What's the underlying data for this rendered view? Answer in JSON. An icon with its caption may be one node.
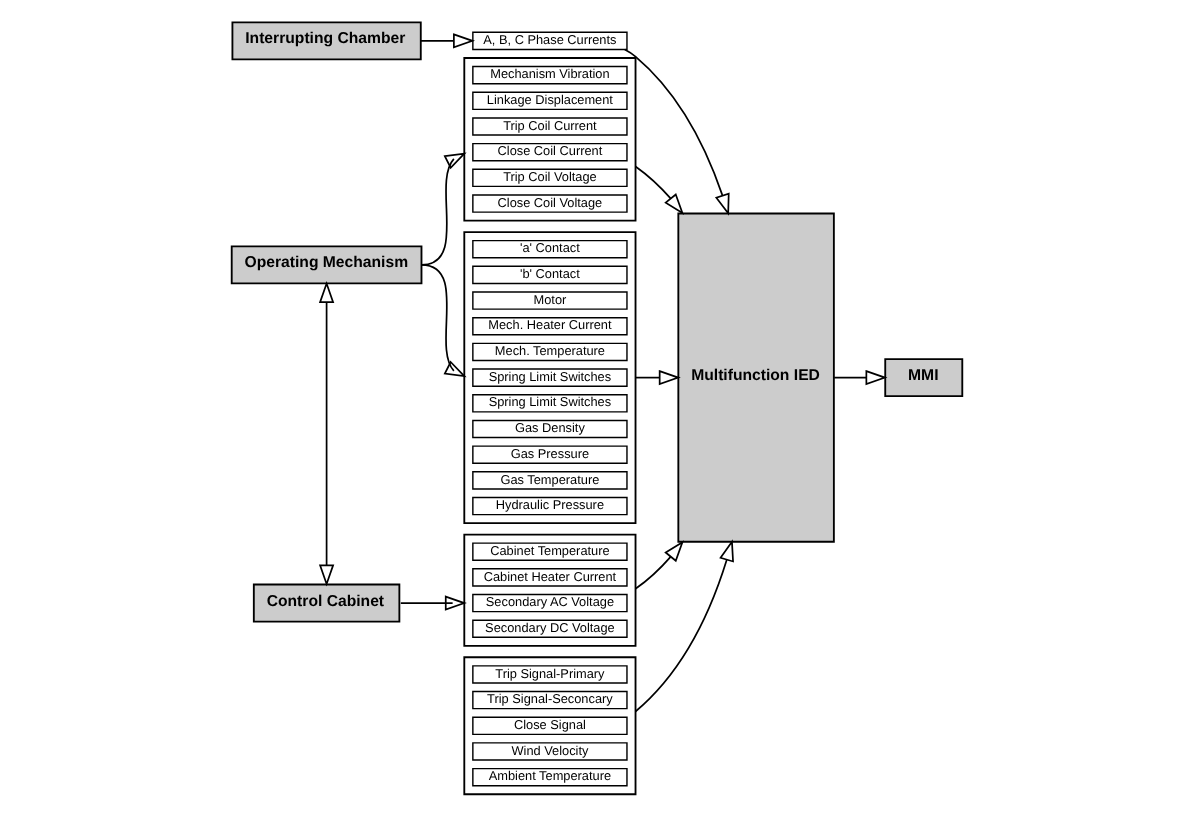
{
  "diagram": {
    "nodes": [
      {
        "text": [
          "Interrupting Chamber"
        ]
      },
      {
        "text": [
          "A, B, C Phase Currents"
        ]
      },
      {
        "text": [],
        "shape": "box"
      },
      {
        "text": [
          "Mechanism Vibration"
        ],
        "in": 2
      },
      {
        "text": [
          "Linkage Displacement"
        ],
        "in": 2
      },
      {
        "text": [
          "Trip Coil Current"
        ],
        "in": 2
      },
      {
        "text": [
          "Close Coil Current"
        ],
        "in": 2
      },
      {
        "text": [
          "Trip Coil Voltage"
        ],
        "in": 2
      },
      {
        "text": [
          "Close Coil Voltage"
        ],
        "in": 2
      },
      {
        "text": [
          "Operating Mechanism"
        ]
      },
      {
        "text": [],
        "shape": "box"
      },
      {
        "text": [
          "'a' Contact"
        ],
        "in": 10
      },
      {
        "text": [
          "'b' Contact"
        ],
        "in": 10
      },
      {
        "text": [
          "Motor"
        ],
        "in": 10
      },
      {
        "text": [
          "Mech. Heater Current"
        ],
        "in": 10
      },
      {
        "text": [
          "Mech. Temperature"
        ],
        "in": 10
      },
      {
        "text": [
          "Spring Limit Switches"
        ],
        "in": 10
      },
      {
        "text": [
          "Spring Limit Switches"
        ],
        "in": 10
      },
      {
        "text": [
          "Gas Density"
        ],
        "in": 10
      },
      {
        "text": [
          "Gas Pressure"
        ],
        "in": 10
      },
      {
        "text": [
          "Gas Temperature"
        ],
        "in": 10
      },
      {
        "text": [
          "Hydraulic Pressure"
        ],
        "in": 10
      },
      {
        "text": [
          "Control Cabinet"
        ]
      },
      {
        "text": [],
        "shape": "box"
      },
      {
        "text": [
          "Cabinet Temperature"
        ],
        "in": 23
      },
      {
        "text": [
          "Cabinet Heater Current"
        ],
        "in": 23
      },
      {
        "text": [
          "Secondary AC Voltage"
        ],
        "in": 23
      },
      {
        "text": [
          "Secondary DC Voltage"
        ],
        "in": 23
      },
      {
        "text": [],
        "shape": "box"
      },
      {
        "text": [
          "Trip Signal-Primary"
        ],
        "in": 28
      },
      {
        "text": [
          "Trip Signal-Seconcary"
        ],
        "in": 28
      },
      {
        "text": [
          "Close Signal"
        ],
        "in": 28
      },
      {
        "text": [
          "Wind Velocity"
        ],
        "in": 28
      },
      {
        "text": [
          "Ambient Temperature"
        ],
        "in": 28
      },
      {
        "text": [
          "Multifunction IED"
        ]
      },
      {
        "text": [
          "MMI"
        ]
      }
    ],
    "edges": [
      {
        "from": 0,
        "to": 1,
        "arrow": "to"
      },
      {
        "from": 1,
        "to": 34,
        "arrow": "to"
      },
      {
        "from": 9,
        "to": 2,
        "arrow": "to"
      },
      {
        "from": 9,
        "to": 10,
        "arrow": "to"
      },
      {
        "from": 9,
        "to": 22,
        "arrow": "both"
      },
      {
        "from": 22,
        "to": 23,
        "arrow": "to"
      },
      {
        "from": 2,
        "to": 34,
        "arrow": "to"
      },
      {
        "from": 10,
        "to": 34,
        "arrow": "to"
      },
      {
        "from": 23,
        "to": 34,
        "arrow": "to"
      },
      {
        "from": 28,
        "to": 34,
        "arrow": "to"
      },
      {
        "from": 34,
        "to": 35,
        "arrow": "to"
      }
    ]
  }
}
